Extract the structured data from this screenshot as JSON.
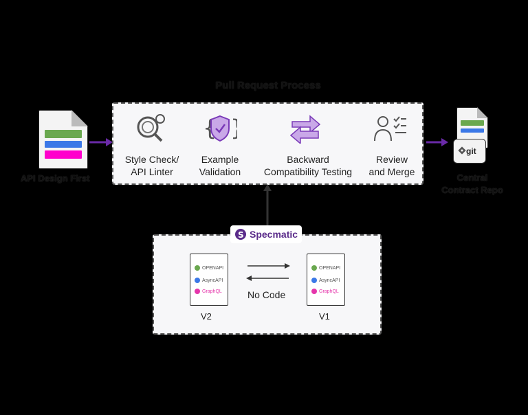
{
  "title": "Pull Request Process",
  "left_doc": {
    "label": "API Design First"
  },
  "right_doc": {
    "label_line1": "Central",
    "label_line2": "Contract Repo",
    "git_label": "git"
  },
  "steps": [
    {
      "icon": "magnifier-gear-icon",
      "line1": "Style Check/",
      "line2": "API Linter"
    },
    {
      "icon": "shield-check-icon",
      "line1": "Example",
      "line2": "Validation"
    },
    {
      "icon": "swap-arrows-icon",
      "line1": "Backward",
      "line2": "Compatibility Testing"
    },
    {
      "icon": "person-checklist-icon",
      "line1": "Review",
      "line2": "and Merge"
    }
  ],
  "specmatic": {
    "badge_label": "Specmatic",
    "left_version": "V2",
    "right_version": "V1",
    "center_label": "No Code",
    "doc_rows": [
      "OPENAPI",
      "AsyncAPI",
      "GraphQL"
    ]
  },
  "colors": {
    "purple": "#5a1a9a",
    "purple_light": "#9a5ad0",
    "accent_pink": "#ff00cc",
    "green": "#6aa84f",
    "blue": "#3b78e7"
  }
}
